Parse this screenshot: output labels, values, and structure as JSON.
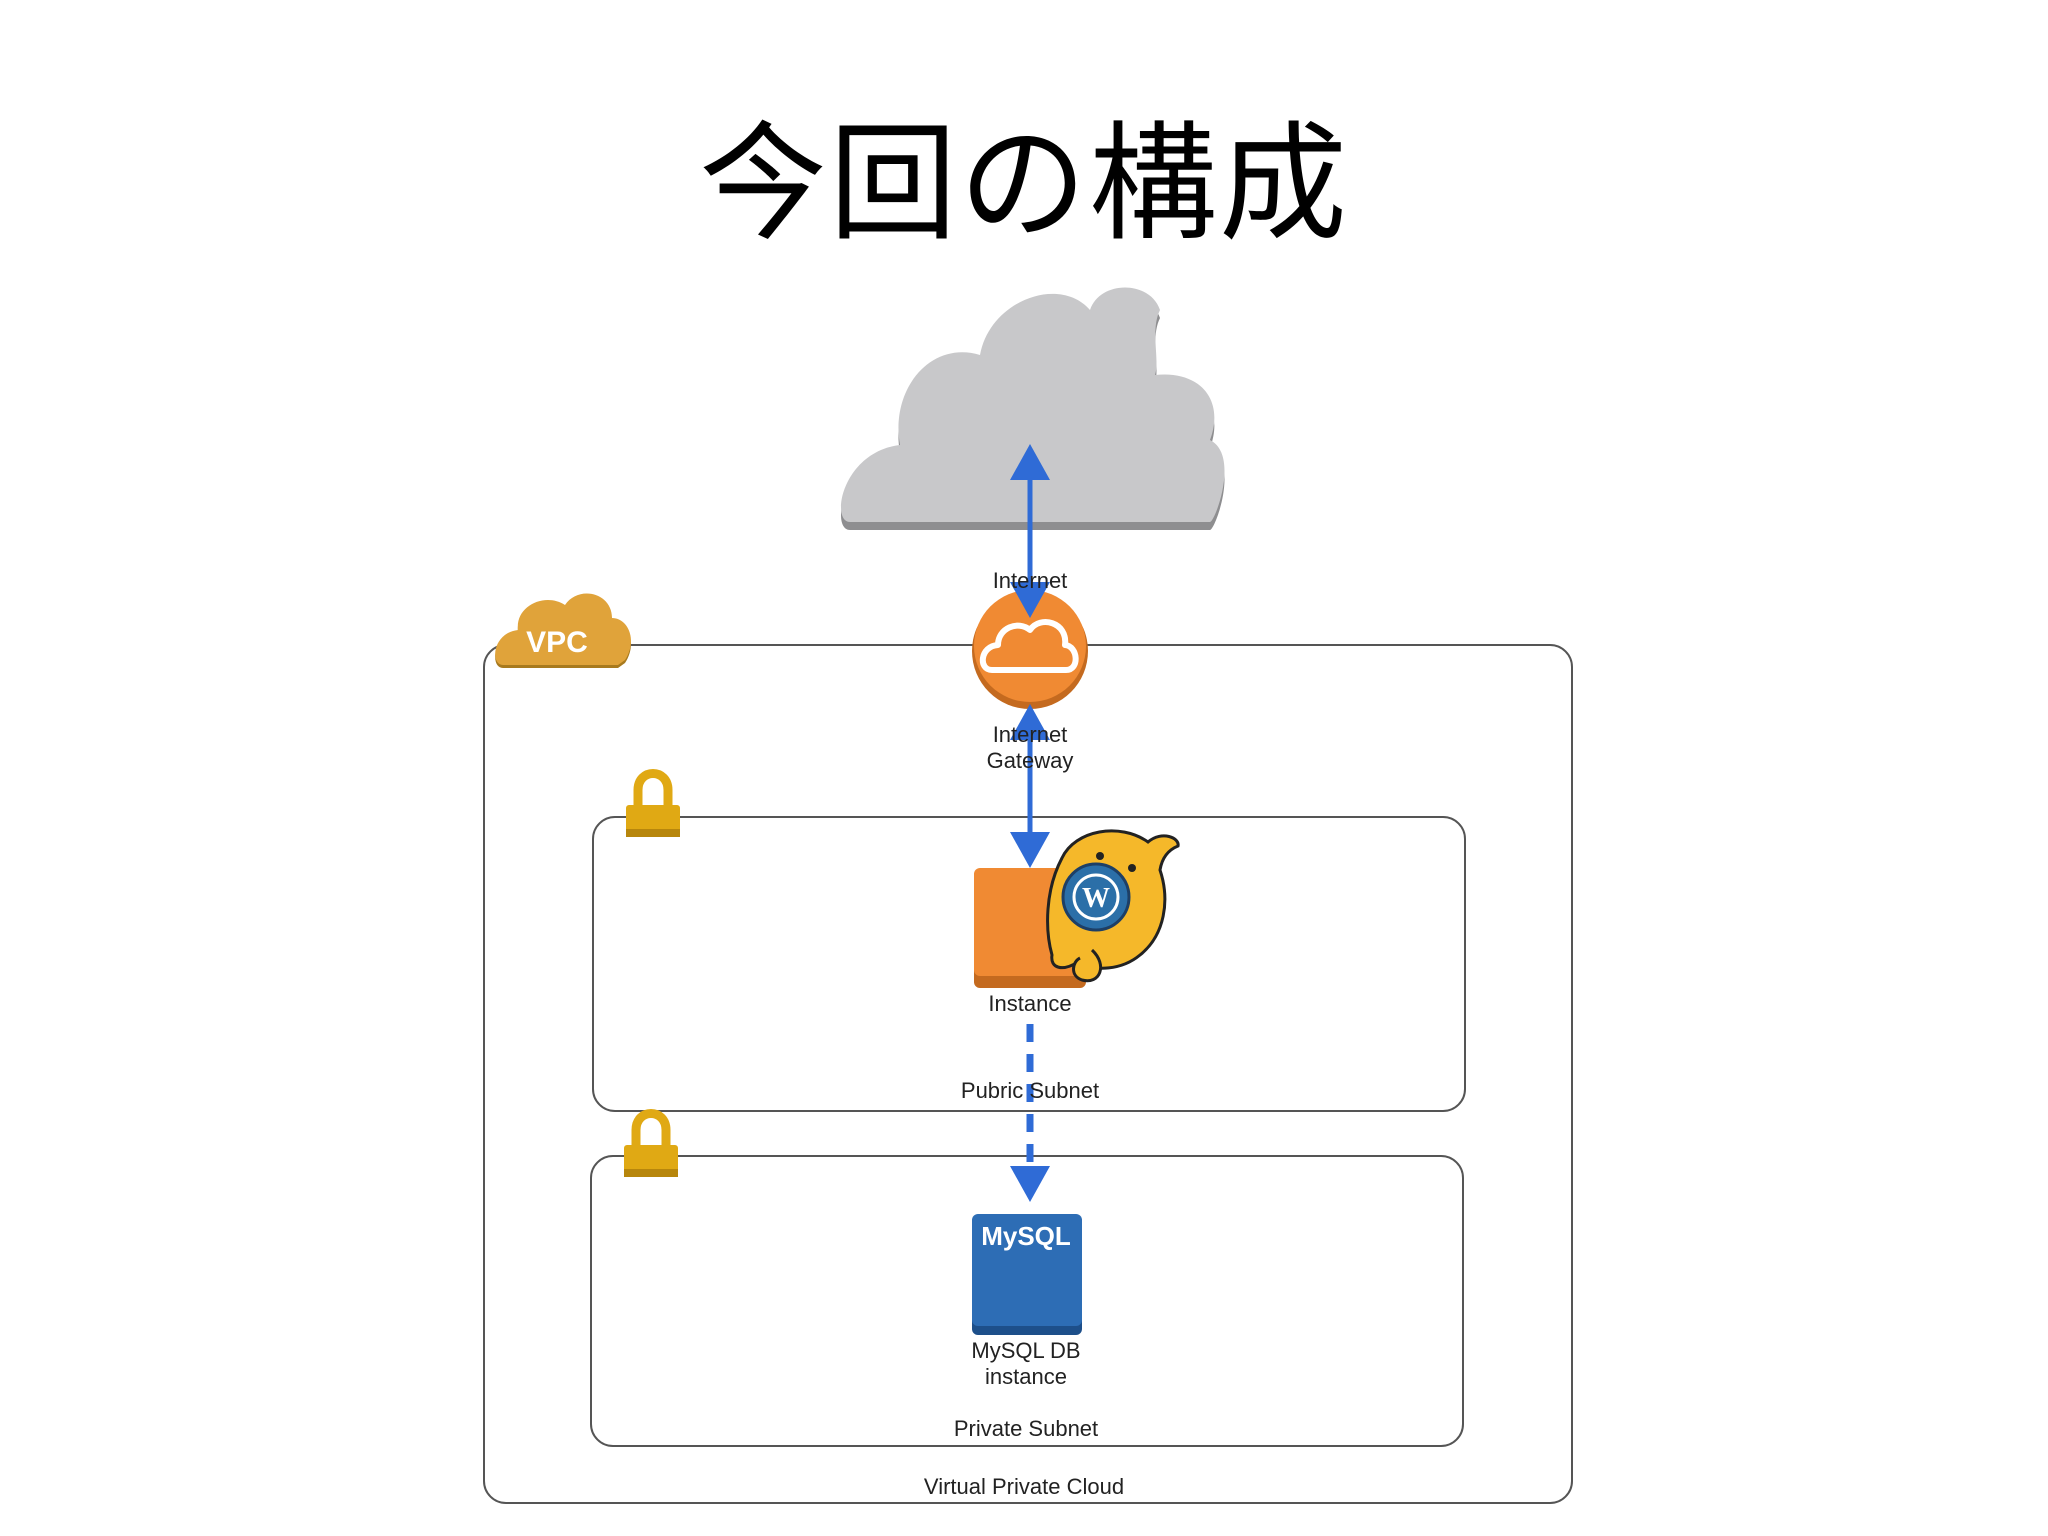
{
  "title": "今回の構成",
  "diagram": {
    "internet_label": "Internet",
    "gateway_label_line1": "Internet",
    "gateway_label_line2": "Gateway",
    "vpc_badge": "VPC",
    "vpc_label": "Virtual Private Cloud",
    "public_subnet_label": "Pubric Subnet",
    "instance_label": "Instance",
    "private_subnet_label": "Private Subnet",
    "mysql_badge": "MySQL",
    "db_label_line1": "MySQL DB",
    "db_label_line2": "instance"
  },
  "colors": {
    "cloud": "#c8c8ca",
    "cloud_shadow": "#8e8e90",
    "arrow": "#2f6bd6",
    "gateway": "#f08a33",
    "instance": "#f08a33",
    "mysql": "#2d6db5",
    "lock": "#e0a914",
    "vpc_badge": "#e0a33a",
    "wapuu": "#f5b82a"
  }
}
